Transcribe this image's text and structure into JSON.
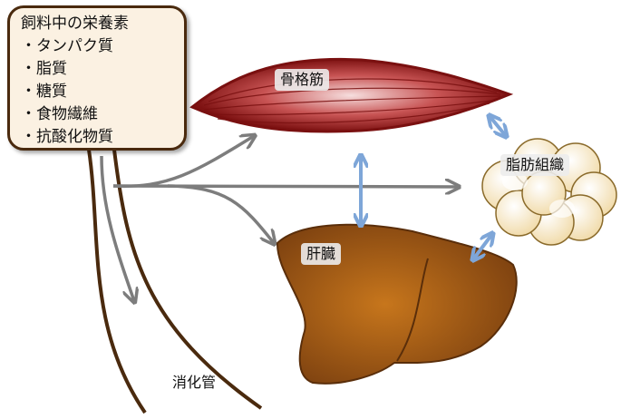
{
  "nutrients": {
    "title": "飼料中の栄養素",
    "items": [
      "・タンパク質",
      "・脂質",
      "・糖質",
      "・食物繊維",
      "・抗酸化物質"
    ]
  },
  "labels": {
    "muscle": "骨格筋",
    "adipose": "脂肪組織",
    "liver": "肝臓",
    "gut": "消化管"
  },
  "colors": {
    "muscle": "#8b1a1a",
    "liver": "#8a4b12",
    "gut": "#4a2a0e",
    "flow_arrow": "#7d7d7d",
    "exchange_arrow": "#7ea6d8"
  }
}
